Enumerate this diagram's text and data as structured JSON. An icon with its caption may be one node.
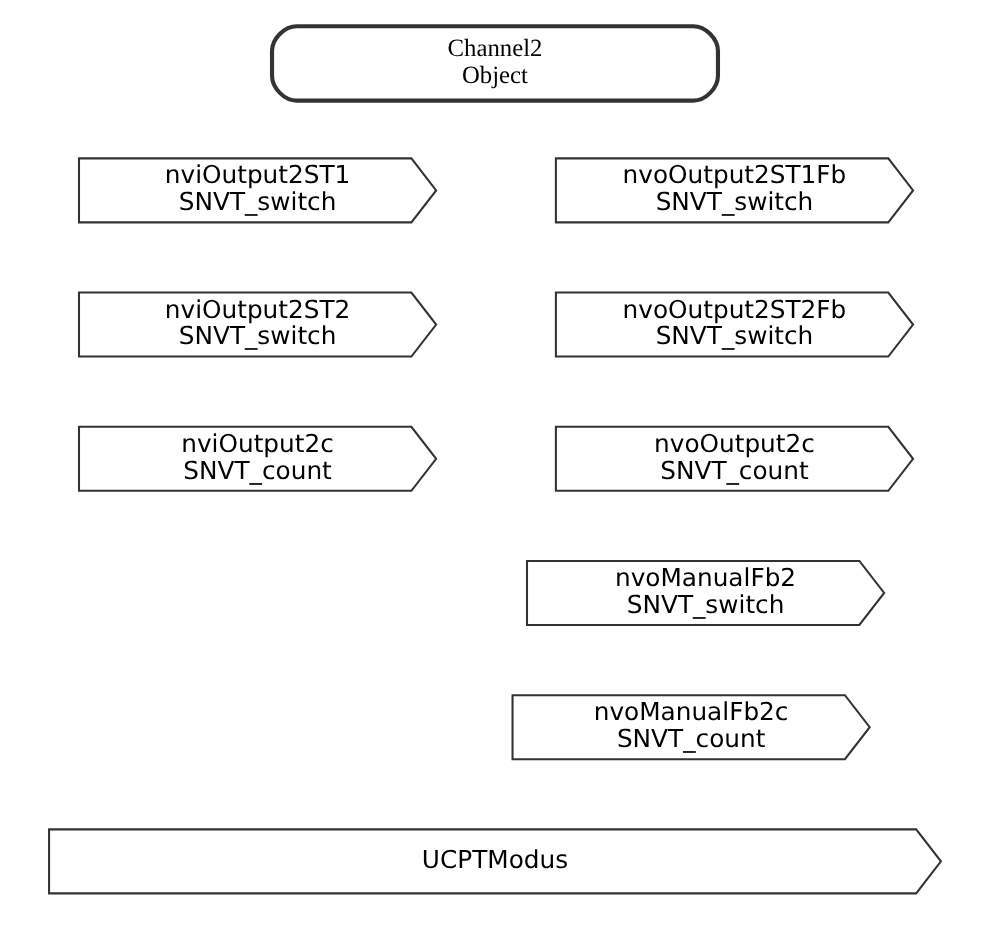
{
  "diagram": {
    "nodes": [
      {
        "text": [
          "Channel2 Object"
        ]
      },
      {
        "text": [
          "nviOutput2ST1 SNVT_switch"
        ]
      },
      {
        "text": [
          "nviOutput2ST2 SNVT_switch"
        ]
      },
      {
        "text": [
          "nviOutput2c SNVT_count"
        ]
      },
      {
        "text": [
          "nvoOutput2ST1Fb SNVT_switch"
        ]
      },
      {
        "text": [
          "nvoOutput2ST2Fb SNVT_switch"
        ]
      },
      {
        "text": [
          "nvoOutput2c SNVT_count"
        ]
      },
      {
        "text": [
          "nvoManualFb2 SNVT_switch"
        ]
      },
      {
        "text": [
          "nvoManualFb2c SNVT_count"
        ]
      },
      {
        "text": [
          "UCPTModus"
        ]
      }
    ]
  }
}
